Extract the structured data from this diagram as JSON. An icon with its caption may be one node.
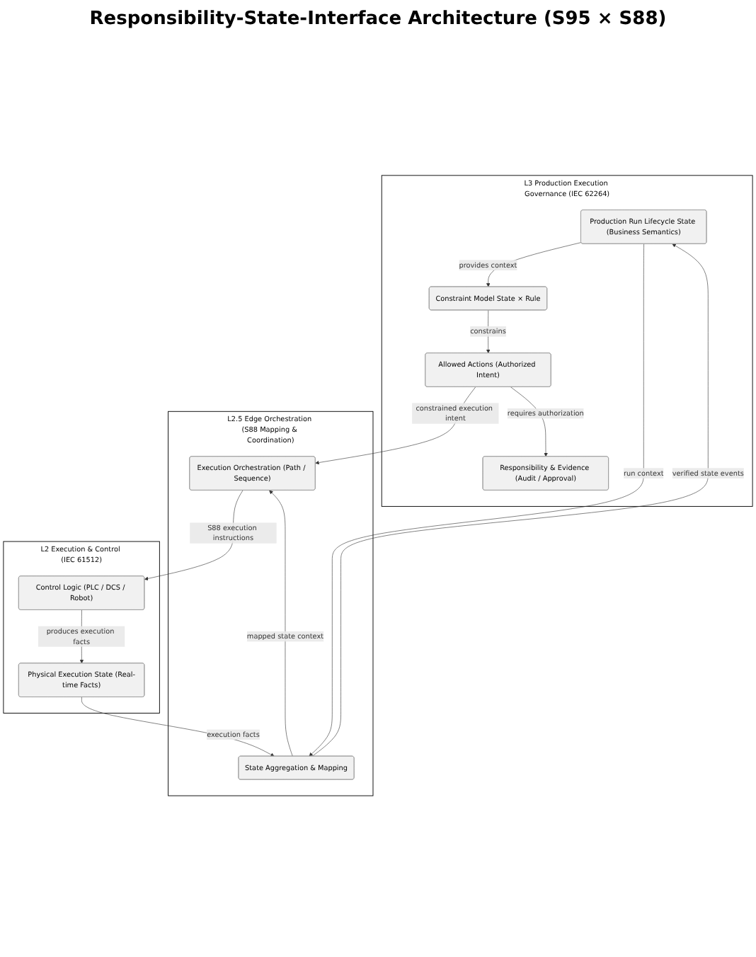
{
  "diagram": {
    "title": "Responsibility-State-Interface Architecture (S95 × S88)",
    "nodes": [
      {
        "text": [
          "L3 Production Execution Governance (IEC 62264)"
        ]
      },
      {
        "text": [
          "Production Run Lifecycle State (Business Semantics)"
        ],
        "in": 0
      },
      {
        "text": [
          "Constraint Model State × Rule"
        ],
        "in": 0
      },
      {
        "text": [
          "Allowed Actions (Authorized Intent)"
        ],
        "in": 0
      },
      {
        "text": [
          "Responsibility & Evidence (Audit / Approval)"
        ],
        "in": 0
      },
      {
        "text": [
          "L2.5 Edge Orchestration (S88 Mapping & Coordination)"
        ]
      },
      {
        "text": [
          "State Aggregation & Mapping"
        ],
        "in": 5
      },
      {
        "text": [
          "Execution Orchestration (Path / Sequence)"
        ],
        "in": 5
      },
      {
        "text": [
          "L2 Execution & Control (IEC 61512)"
        ]
      },
      {
        "text": [
          "Control Logic (PLC / DCS / Robot)"
        ],
        "in": 8
      },
      {
        "text": [
          "Physical Execution State (Real-time Facts)"
        ],
        "in": 8
      }
    ],
    "edges": [
      {
        "from": 1,
        "to": 2,
        "arrow": "to",
        "label": "provides context"
      },
      {
        "from": 1,
        "to": 6,
        "arrow": "to",
        "label": "run context"
      },
      {
        "from": 2,
        "to": 3,
        "arrow": "to",
        "label": "constrains"
      },
      {
        "from": 3,
        "to": 7,
        "arrow": "to",
        "label": "constrained execution intent"
      },
      {
        "from": 3,
        "to": 4,
        "arrow": "to",
        "label": "requires authorization"
      },
      {
        "from": 6,
        "to": 7,
        "arrow": "to",
        "label": "mapped state context"
      },
      {
        "from": 7,
        "to": 9,
        "arrow": "to",
        "label": "S88 execution instructions"
      },
      {
        "from": 9,
        "to": 10,
        "arrow": "to",
        "label": "produces execution facts"
      },
      {
        "from": 10,
        "to": 6,
        "arrow": "to",
        "label": "execution facts"
      },
      {
        "from": 6,
        "to": 1,
        "arrow": "to",
        "label": "verified state events"
      }
    ]
  }
}
